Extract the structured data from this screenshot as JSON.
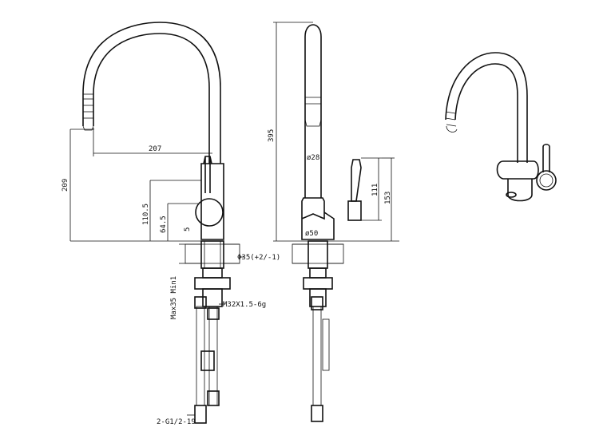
{
  "colors": {
    "line": "#111111",
    "background": "#ffffff"
  },
  "front_view": {
    "dim_reach": "207",
    "dim_total_height": "209",
    "dim_body_height": "110.5",
    "dim_base_height": "64.5",
    "dim_small": "5",
    "dim_hole_diameter": "Φ35(+2/-1)",
    "dim_max_thickness": "Max35 Min1",
    "dim_thread": "M32X1.5-6g",
    "dim_hose_connector": "2-G1/2-19"
  },
  "side_view": {
    "dim_height": "395",
    "dim_spout_diameter": "ø28",
    "dim_handle_height": "111",
    "dim_lever_height": "153",
    "dim_base_diameter": "ø50"
  }
}
